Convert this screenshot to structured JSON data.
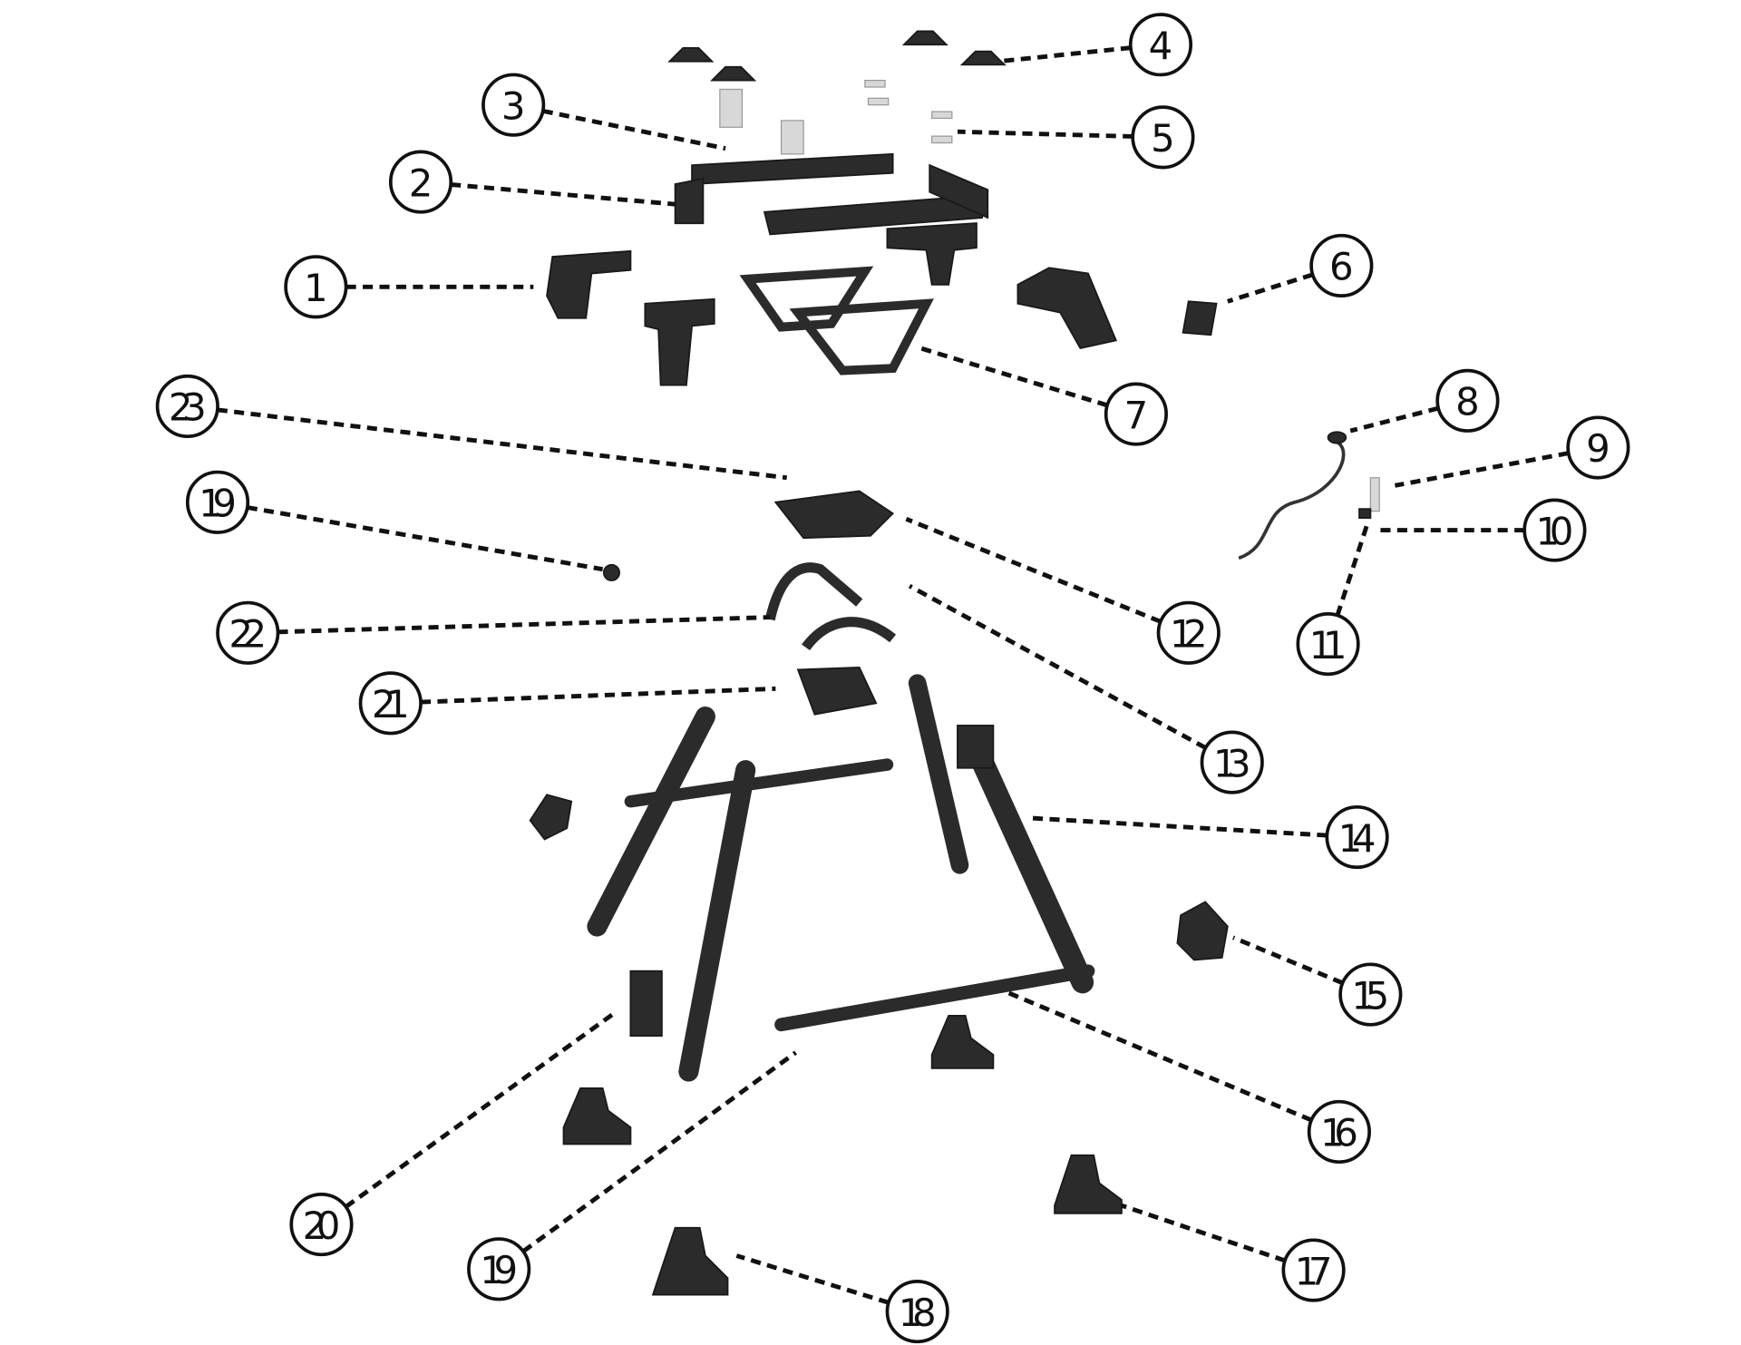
{
  "diagram": {
    "type": "exploded-parts-diagram",
    "callouts": [
      "1",
      "2",
      "3",
      "4",
      "5",
      "6",
      "7",
      "8",
      "9",
      "10",
      "11",
      "12",
      "13",
      "14",
      "15",
      "16",
      "17",
      "18",
      "19",
      "19",
      "20",
      "21",
      "22",
      "23"
    ]
  }
}
